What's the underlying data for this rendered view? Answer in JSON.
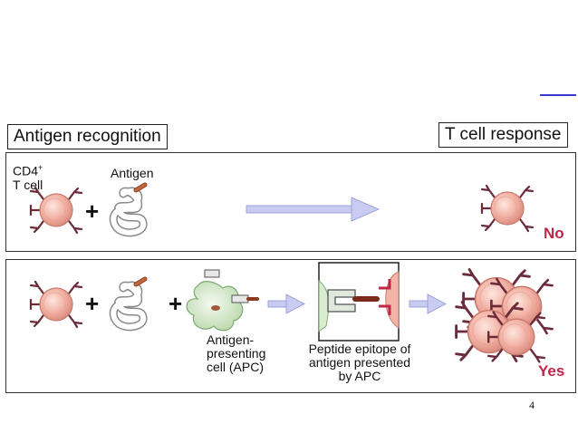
{
  "headers": {
    "left": "Antigen recognition",
    "right": "T cell response"
  },
  "row1": {
    "cell_label_line1": "CD4",
    "cell_label_sup": "+",
    "cell_label_line2": "T cell",
    "antigen_label": "Antigen",
    "plus": "+",
    "outcome": "No"
  },
  "row2": {
    "plus1": "+",
    "plus2": "+",
    "apc_label": [
      "Antigen-",
      "presenting",
      "cell (APC)"
    ],
    "epitope_label": [
      "Peptide epitope of",
      "antigen presented",
      "by APC"
    ],
    "outcome": "Yes"
  },
  "page_number": "4",
  "colors": {
    "cell_fill": "#f3b3a6",
    "cell_edge": "#d27c70",
    "receptor": "#6b2b3a",
    "arrow": "#a9aee4",
    "outcome_text": "#c0264a",
    "apc_fill": "#d9ecd0",
    "top_rule": "#3a3ad0"
  }
}
